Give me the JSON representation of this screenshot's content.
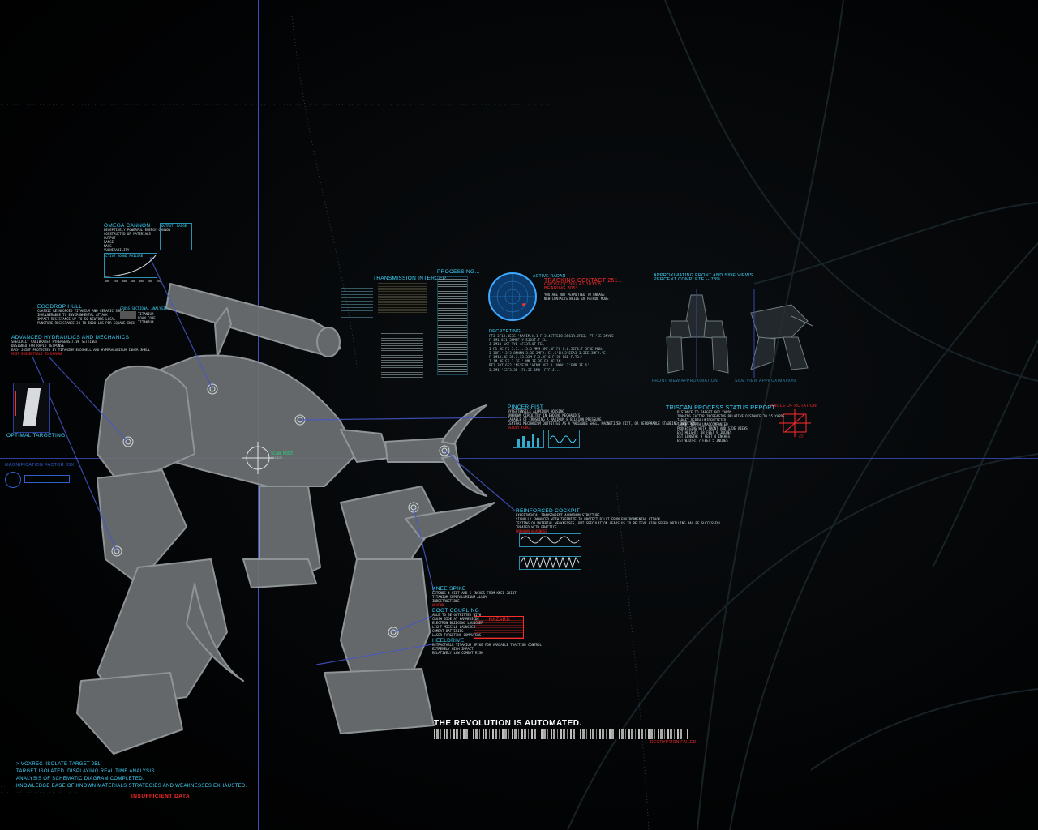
{
  "colors": {
    "cyan": "#3fd7ff",
    "red": "#ff2a2a",
    "line": "#3b4fbf",
    "robot": "#6b6f72",
    "bg": "#000000"
  },
  "omega": {
    "title": "OMEGA CANNON",
    "lines": [
      "DECEPTIVELY POWERFUL ENERGY CANNON",
      "CONSTRUCTED OF MATERIALS",
      "OUTPUT",
      "RANGE",
      "MASS",
      "VULNERABILITY"
    ],
    "tab1": "OUTPUT",
    "tab2": "RANGE",
    "graph_label": "ACTIVE ROUND FAILURE",
    "axis": [
      "100",
      "200",
      "300",
      "400",
      "500",
      "600",
      "700"
    ]
  },
  "hull": {
    "title": "EGGDROP HULL",
    "lines": [
      "CLASSIC REINFORCED TITANIUM AND CERAMIC SHELL",
      "INVULNERABLE TO ENVIRONMENTAL ATTACK",
      "IMPACT RESISTANCE UP TO 50 NEWTONS LOCAL",
      "PUNCTURE RESISTANCE 30 TO 5000 LBS PER SQUARE INCH"
    ],
    "side_title": "CROSS SECTIONAL ANALYSIS",
    "side_lines": [
      "TITANIUM",
      "FOAM CORE",
      "TITANIUM"
    ]
  },
  "hydraulics": {
    "title": "ADVANCED HYDRAULICS AND MECHANICS",
    "lines": [
      "SPECIALLY CALIBRATED HYPERSENSITIVE SETTINGS",
      "DESIGNED FOR RAPID RESPONSE",
      "EACH JOINT PROTECTED BY TITANIUM EXOSHELL AND HYPERALUMINUM INNER SHELL",
      "MOST SUSCEPTIBLE TO DAMAGE"
    ]
  },
  "optimal": {
    "label": "OPTIMAL TARGETING"
  },
  "mag": {
    "label": "MAGNIFICATION FACTOR 35X"
  },
  "transmission": {
    "title": "TRANSMISSION INTERCEPT"
  },
  "processing": {
    "title": "PROCESSING..."
  },
  "radar": {
    "title": "ACTIVE RADAR",
    "tracking": "TRACKING CONTACT 251..",
    "line1": "CROSLOC 992.41 1033.5",
    "line2": "BEARING 305°",
    "note1": "YOU ARE NOT PERMITTED TO ENGAGE",
    "note2": "NEW CONTACTS WHILE IN PATROL MODE"
  },
  "decrypt": {
    "title": "DECRYPTING...",
    "lines": [
      "FF3 3F13.3E7E 'NAVIM.H.1 F.3.4ITTEE8 3F61R.JF63, 7T.'EE 3NYEE",
      "F 1M1 6E1 3MM5F.Y 5J03T.F EL.",
      "J 3M10 1XT TYE 4F13T.0F TEL",
      "I F1 3E F6 3.3....3.3 MMM 3MF.3F F6 F.6.3EF6.F 3F3E MNN.",
      "3 3OF.'.3'3 8NNNN 3.3E 3MF2.'E..6'EH.3'EEA3 3.3EE 3MF2.'E",
      "F 1M13.3E 3F.3.I3.33M F.3.3F 6 F 3F F6E F.T3.'",
      "I 1M 3E F6 3.3F '.MM 3E 3F F3.3F'1M",
      "BF2 3OT.6E2 'NEYE1M 'WINM 3F7.3 'NWW' 3'EMB 3F.6'",
      "3.3M1 'E3F3.3E 'F6.3E 1M8 .FFF.J..."
    ]
  },
  "triscan": {
    "title": "APPROXIMATING FRONT AND SIDE VIEWS...",
    "percent": "PERCENT COMPLETE -- 73%",
    "front": "FRONT VIEW APPROXIMATION",
    "side": "SIDE VIEW APPROXIMATION",
    "status_title": "TRISCAN PROCESS STATUS REPORT",
    "status_lines": [
      "DISTANCE TO TARGET 602 YARDS",
      "IMAGING FACTOR INCREASING RELATIVE DISTANCE TO 55 YARDS",
      "TARGET DEPTH UNIDENTIFIED",
      "TARGET DEPTH UNACCOMPANIED",
      "PROCESSING WITH FRONT AND SIDE VIEWS",
      "EST HEIGHT: 18 FEET 9 INCHES",
      "EST LENGTH: 9 FEET 4 INCHES",
      "EST WIDTH: 7 FEET 5 INCHES"
    ],
    "angle": "ANGLE OF ROTATION",
    "angle_val": "45°"
  },
  "pincer": {
    "title": "PINCER-FIST",
    "lines": [
      "HYPERTENSILE ALUMINUM HOUSING",
      "UNKNOWN CIRCUITRY IN ENDING MECHANICS",
      "CAPABLE OF CRUSHING A MAXIMUM 8 BILLION PRESSURE",
      "CENTRAL MECHANISM OUTFITTED AS A VARIABLE SHELL MAGNETIZED FIST, OR DEFORMABLE STABBING INJECTOR"
    ],
    "tag": "DEADLY FORCE"
  },
  "scan": {
    "mode": "SCAN MODE",
    "sub": "STANDBY"
  },
  "cockpit": {
    "title": "REINFORCED COCKPIT",
    "lines": [
      "EXPERIMENTAL TRANSPARENT ALUMINUM STRUCTURE",
      "SIGNALLY ENHANCED WITH THERMITE TO PROTECT PILOT FROM ENVIRONMENTAL ATTACK",
      "TESTING ON MATERIAL WEAKNESSES, BUT SPECULATION LEADS US TO BELIEVE HIGH SPEED DRILLING MAY BE SUCCESSFUL",
      "TREATED WITH PRACTICE"
    ],
    "tag": "UNKNOWN WEAKNESS"
  },
  "knee": {
    "title": "KNEE SPIKE",
    "lines": [
      "EXTENDS 4 FEET AND 6 INCHES FROM KNEE JOINT",
      "TITANIUM SUPERALUMINUM ALLOY",
      "INDESTRUCTIBLE"
    ],
    "tag": "WEAPON"
  },
  "boot": {
    "title": "BOOT COUPLING",
    "lines": [
      "ABLE TO BE OUTFITTED WITH",
      "CRUSH SIDE AT HAMMERSIDE",
      "ELECTRON BRIDGING LAUNCHER",
      "LIGHT MISSILE LAUNCHER",
      "COMBAT BATTERIES",
      "LASER TARGETING COMPUTERS"
    ]
  },
  "hazard": {
    "title": "HAZARD"
  },
  "heel": {
    "title": "HEELDRIVE",
    "lines": [
      "RETRACTABLE TITANIUM SPIKE FOR VARIABLE TRACTION CONTROL",
      "EXTREMELY HIGH IMPACT",
      "RELATIVELY LOW COMBAT RISK"
    ]
  },
  "revolution": {
    "title": "THE REVOLUTION IS AUTOMATED.",
    "failed": "DECRYPTION FAILED"
  },
  "terminal": {
    "lines": [
      "> VOXREC 'ISOLATE TARGET 251'",
      "TARGET ISOLATED. DISPLAYING REAL TIME ANALYSIS.",
      "ANALYSIS OF SCHEMATIC DIAGRAM COMPLETED.",
      "KNOWLEDGE BASE OF KNOWN MATERIALS STRATEGIES AND WEAKNESSES EXHAUSTED."
    ],
    "warn": "INSUFFICIENT DATA"
  }
}
